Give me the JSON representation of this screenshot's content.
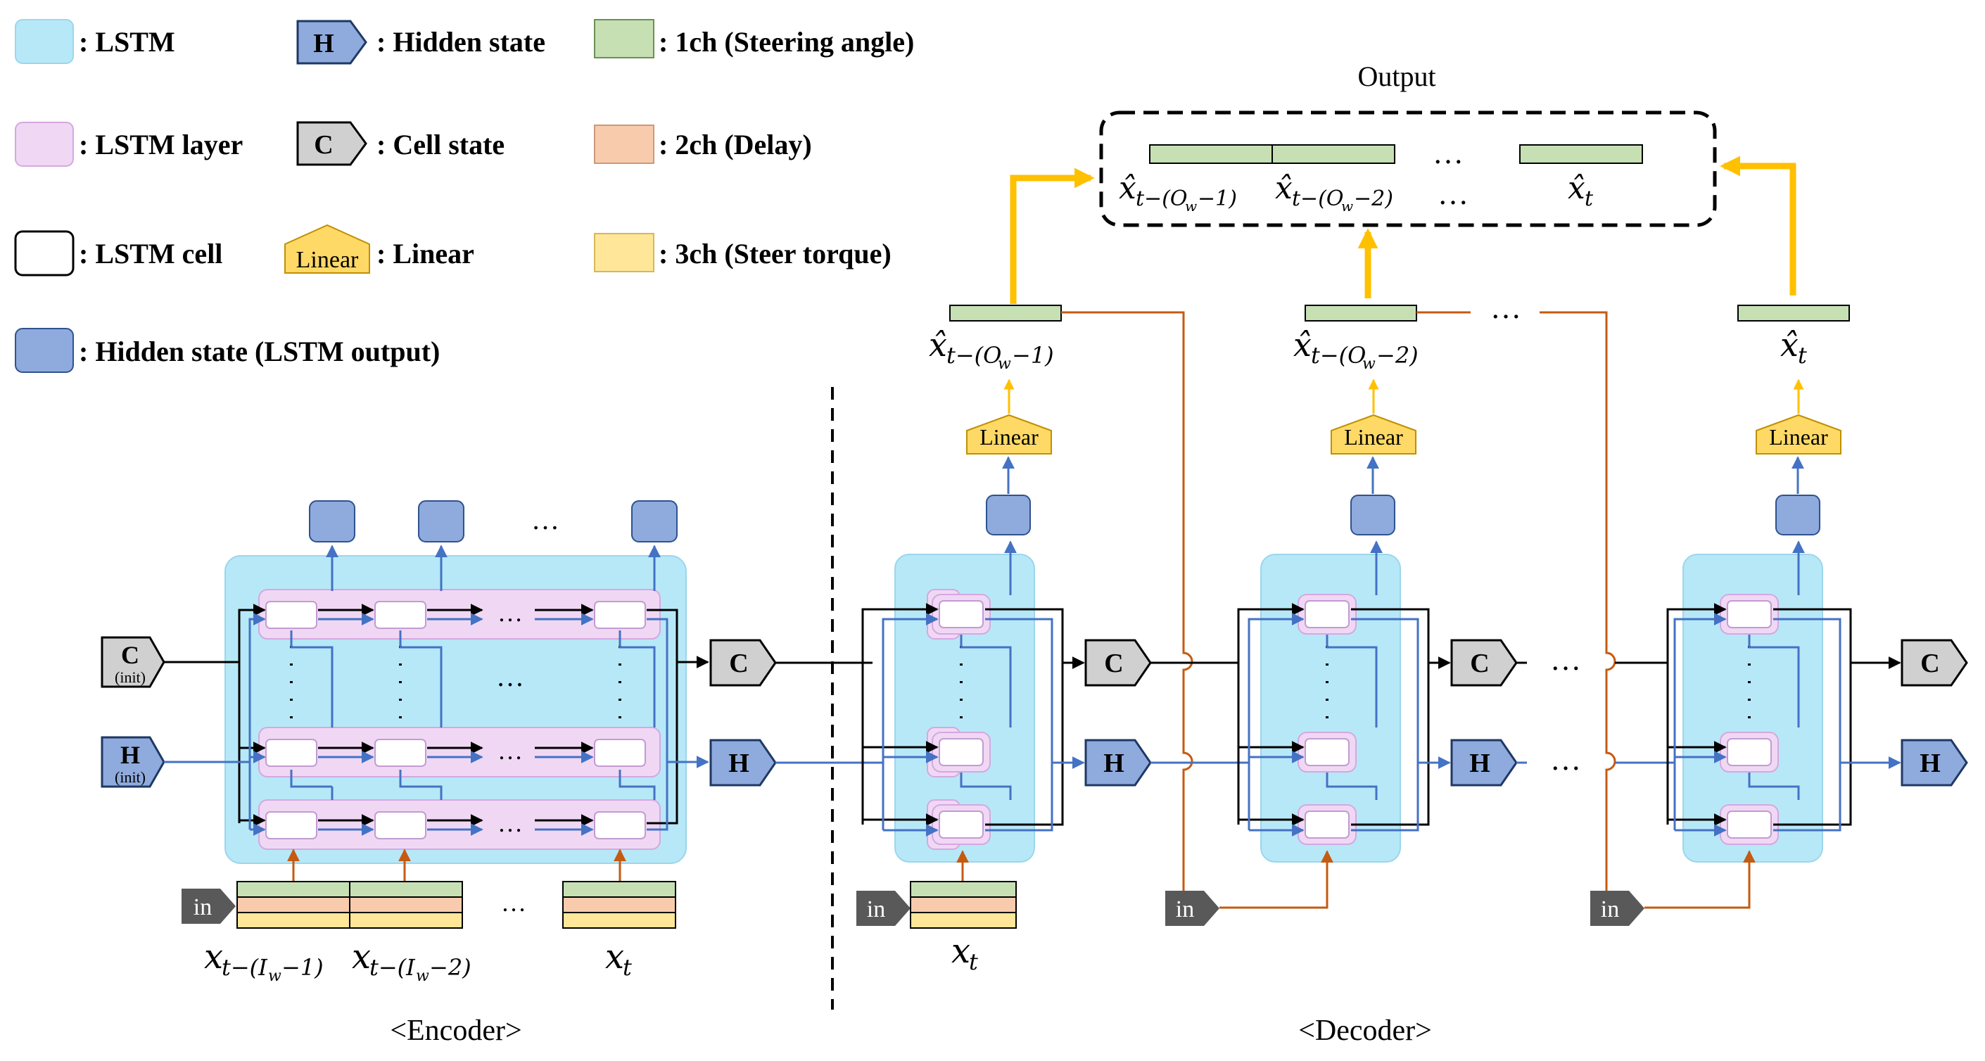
{
  "legend": {
    "lstm": ": LSTM",
    "lstm_layer": ": LSTM layer",
    "lstm_cell": ": LSTM cell",
    "hidden_output": ": Hidden state (LSTM output)",
    "hidden_state": ": Hidden state",
    "cell_state": ": Cell state",
    "linear": ": Linear",
    "ch1": ": 1ch (Steering angle)",
    "ch2": ": 2ch (Delay)",
    "ch3": ": 3ch (Steer torque)"
  },
  "badges": {
    "h": "H",
    "c": "C",
    "init": "(init)",
    "linear": "Linear",
    "in": "in"
  },
  "captions": {
    "output": "Output",
    "encoder": "<Encoder>",
    "decoder": "<Decoder>"
  },
  "math": {
    "xt": "x",
    "xt_sub": "t",
    "enc_x1": "x",
    "enc_x1_sub": "t−(I",
    "enc_x1_sub2": "w",
    "enc_x1_sub3": "−1)",
    "enc_x2": "x",
    "enc_x2_sub": "t−(I",
    "enc_x2_sub2": "w",
    "enc_x2_sub3": "−2)",
    "dec_x1": "x̂",
    "dec_x1_sub": "t−(O",
    "dec_x1_sub2": "w",
    "dec_x1_sub3": "−1)",
    "dec_x2": "x̂",
    "dec_x2_sub": "t−(O",
    "dec_x2_sub2": "w",
    "dec_x2_sub3": "−2)",
    "dec_xt": "x̂",
    "dec_xt_sub": "t"
  },
  "dots": "…",
  "colors": {
    "lstm": "#b7e8f8",
    "lstm_layer": "#f0d8f4",
    "hidden": "#8faadc",
    "cell_state": "#d0d0d0",
    "linear": "#ffd966",
    "ch1": "#c6e0b4",
    "ch2": "#f8cbad",
    "ch3": "#ffe699",
    "arrow_blue": "#4472c4",
    "arrow_orange": "#c55a11",
    "arrow_yellow": "#ffc000"
  }
}
